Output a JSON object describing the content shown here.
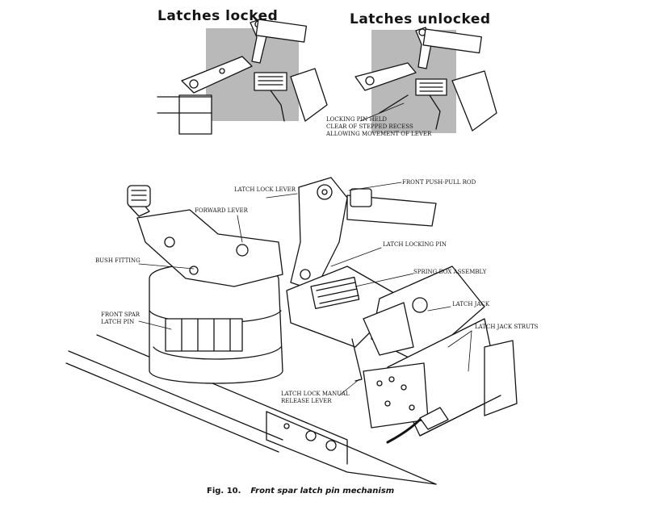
{
  "top_panels": {
    "locked_title": "Latches locked",
    "unlocked_title": "Latches unlocked",
    "note_lines": [
      "LOCKING PIN HELD",
      "CLEAR OF STEPPED RECESS",
      "ALLOWING MOVEMENT OF LEVER"
    ]
  },
  "labels": {
    "latch_lock_lever": "LATCH LOCK LEVER",
    "front_push_pull_rod": "FRONT PUSH-PULL ROD",
    "forward_lever": "FORWARD LEVER",
    "latch_locking_pin": "LATCH LOCKING PIN",
    "bush_fitting": "BUSH FITTING",
    "spring_box_assembly": "SPRING BOX ASSEMBLY",
    "front_spar_latch_pin": [
      "FRONT SPAR",
      "LATCH PIN"
    ],
    "latch_jack": "LATCH JACK",
    "latch_jack_struts": "LATCH JACK STRUTS",
    "latch_lock_manual_release_lever": [
      "LATCH LOCK MANUAL",
      "RELEASE LEVER"
    ]
  },
  "caption": {
    "figure_number": "Fig. 10.",
    "title": "Front spar latch pin mechanism"
  },
  "colors": {
    "ink": "#141414",
    "shade": "#b9b9b9"
  }
}
